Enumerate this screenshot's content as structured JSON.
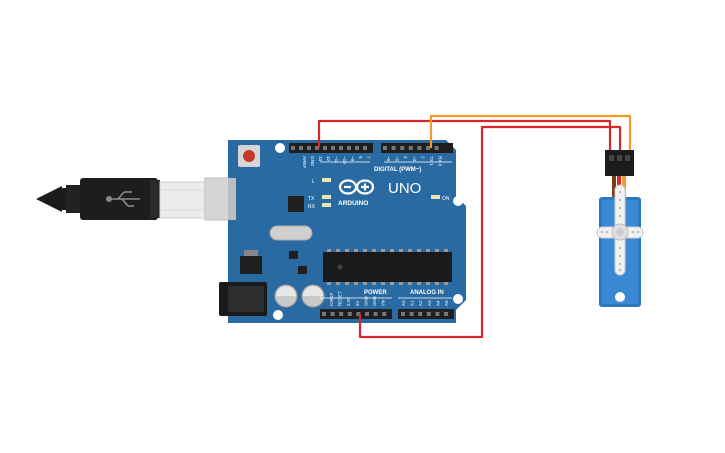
{
  "board": {
    "brand": "ARDUINO",
    "model": "UNO",
    "digital_label": "DIGITAL (PWM~)",
    "power_label": "POWER",
    "analog_label": "ANALOG IN",
    "led_l": "L",
    "led_tx": "TX",
    "led_rx": "RX",
    "led_on": "ON",
    "top_pins": [
      "AREF",
      "GND",
      "13",
      "12",
      "~11",
      "~10",
      "~9",
      "8",
      "7",
      "~6",
      "~5",
      "4",
      "~3",
      "2",
      "TX 1",
      "RX 0"
    ],
    "power_pins": [
      "IOREF",
      "RESET",
      "3.3V",
      "5V",
      "GND",
      "GND",
      "Vin"
    ],
    "analog_pins": [
      "A0",
      "A1",
      "A2",
      "A3",
      "A4",
      "A5"
    ]
  },
  "colors": {
    "board": "#2a6aa3",
    "wire_red": "#d9262c",
    "wire_orange": "#f39a2a",
    "wire_brown": "#7a3b1a",
    "servo": "#2b78c5"
  },
  "components": {
    "usb_cable": "usb-cable",
    "servo": "micro-servo"
  }
}
